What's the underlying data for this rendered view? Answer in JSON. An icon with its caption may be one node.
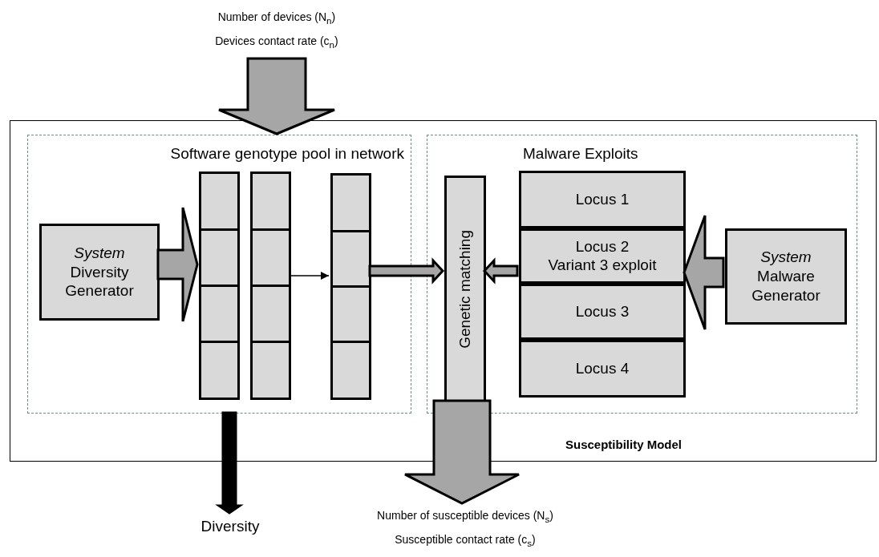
{
  "diagram": {
    "nodes": [
      {
        "text": [
          "Number of devices (N$_{n}$)",
          "Devices contact rate (c$_{n}$)"
        ]
      },
      {
        "text": [
          "Susceptibility Model"
        ]
      },
      {
        "text": [
          "Software genotype pool in network"
        ],
        "in": 1
      },
      {
        "text": [
          "Malware Exploits"
        ],
        "in": 1
      },
      {
        "text": [
          "*System* Diversity Generator"
        ],
        "in": 2
      },
      {
        "text": [],
        "shape": "box",
        "in": 2
      },
      {
        "text": [],
        "shape": "box",
        "in": 2
      },
      {
        "text": [],
        "shape": "box",
        "in": 2
      },
      {
        "text": [
          "Genetic matching"
        ],
        "in": 3
      },
      {
        "text": [
          "Locus 1"
        ],
        "in": 3
      },
      {
        "text": [
          "Locus 2",
          "Variant 3 exploit"
        ],
        "in": 3
      },
      {
        "text": [
          "Locus 3"
        ],
        "in": 3
      },
      {
        "text": [
          "Locus 4"
        ],
        "in": 3
      },
      {
        "text": [
          "*System* Malware Generator"
        ],
        "in": 3
      },
      {
        "text": [
          "Diversity"
        ]
      },
      {
        "text": [
          "Number of susceptible devices (N$_{s}$)",
          "Susceptible contact rate (c$_{s}$)"
        ]
      }
    ],
    "edges": [
      {
        "from": 0,
        "to": 2,
        "arrow": "to",
        "style": "thick"
      },
      {
        "from": 4,
        "to": 5,
        "arrow": "to",
        "style": "thick"
      },
      {
        "from": 6,
        "to": 7,
        "arrow": "to"
      },
      {
        "from": 7,
        "to": 8,
        "arrow": "to",
        "style": "thick"
      },
      {
        "from": 10,
        "to": 8,
        "arrow": "to",
        "style": "thick"
      },
      {
        "from": 13,
        "to": 10,
        "arrow": "to",
        "style": "thick"
      },
      {
        "from": 8,
        "to": 15,
        "arrow": "to",
        "style": "thick"
      },
      {
        "from": 2,
        "to": 14,
        "arrow": "to",
        "style": "thick",
        "color": "#000000"
      }
    ]
  }
}
